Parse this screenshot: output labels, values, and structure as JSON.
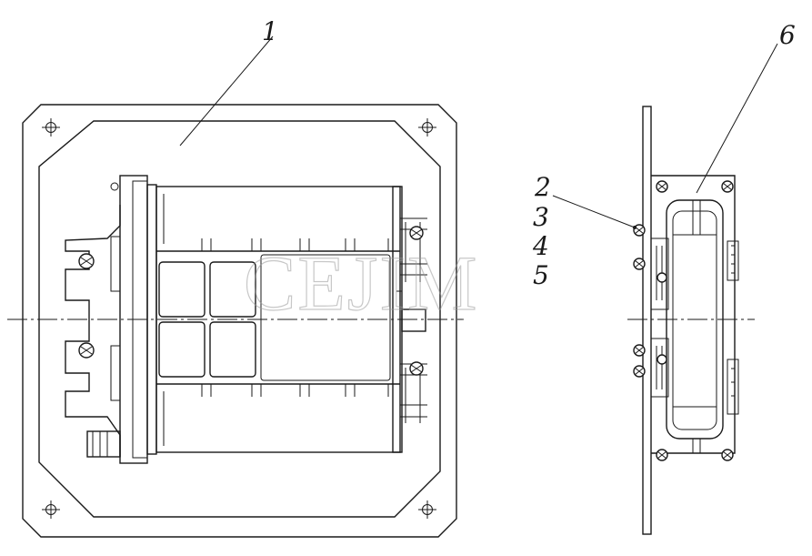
{
  "callouts": [
    {
      "id": "1",
      "label": "1"
    },
    {
      "id": "2",
      "label": "2"
    },
    {
      "id": "3",
      "label": "3"
    },
    {
      "id": "4",
      "label": "4"
    },
    {
      "id": "5",
      "label": "5"
    },
    {
      "id": "6",
      "label": "6"
    }
  ],
  "watermark": "CEJIM"
}
